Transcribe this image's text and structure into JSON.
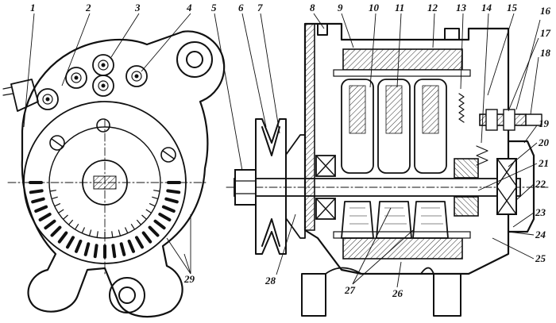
{
  "figure": {
    "callouts": [
      {
        "id": "c1",
        "text": "1"
      },
      {
        "id": "c2",
        "text": "2"
      },
      {
        "id": "c3",
        "text": "3"
      },
      {
        "id": "c4",
        "text": "4"
      },
      {
        "id": "c5",
        "text": "5"
      },
      {
        "id": "c6",
        "text": "6"
      },
      {
        "id": "c7",
        "text": "7"
      },
      {
        "id": "c8",
        "text": "8"
      },
      {
        "id": "c9",
        "text": "9"
      },
      {
        "id": "c10",
        "text": "10"
      },
      {
        "id": "c11",
        "text": "11"
      },
      {
        "id": "c12",
        "text": "12"
      },
      {
        "id": "c13",
        "text": "13"
      },
      {
        "id": "c14",
        "text": "14"
      },
      {
        "id": "c15",
        "text": "15"
      },
      {
        "id": "c16",
        "text": "16"
      },
      {
        "id": "c17",
        "text": "17"
      },
      {
        "id": "c18",
        "text": "18"
      },
      {
        "id": "c19",
        "text": "19"
      },
      {
        "id": "c20",
        "text": "20"
      },
      {
        "id": "c21",
        "text": "21"
      },
      {
        "id": "c22",
        "text": "22"
      },
      {
        "id": "c23",
        "text": "23"
      },
      {
        "id": "c24",
        "text": "24"
      },
      {
        "id": "c25",
        "text": "25"
      },
      {
        "id": "c26",
        "text": "26"
      },
      {
        "id": "c27",
        "text": "27"
      },
      {
        "id": "c28",
        "text": "28"
      },
      {
        "id": "c29",
        "text": "29"
      }
    ],
    "colors": {
      "ink": "#111111",
      "paper": "#ffffff"
    }
  }
}
